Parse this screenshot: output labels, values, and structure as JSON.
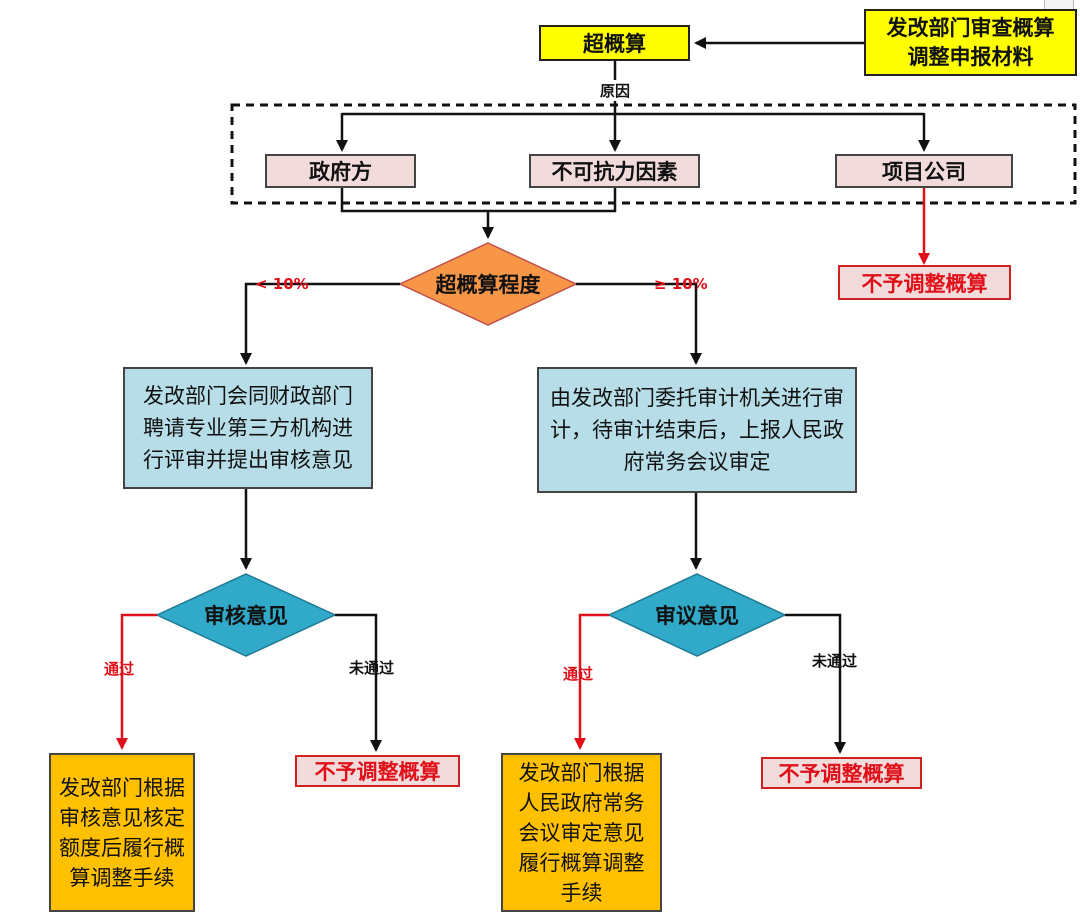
{
  "nodes": {
    "over_budget": "超概算",
    "ndrc_materials": "发改部门审查概算调整申报材料",
    "government": "政府方",
    "force_majeure": "不可抗力因素",
    "project_company": "项目公司",
    "no_adjust_top": "不予调整概算",
    "degree": "超概算程度",
    "left_process": "发改部门会同财政部门聘请专业第三方机构进行评审并提出审核意见",
    "right_process": "由发改部门委托审计机关进行审计，待审计结束后，上报人民政府常务会议审定",
    "review_opinion": "审核意见",
    "deliberation_opinion": "审议意见",
    "left_approved_action": "发改部门根据审核意见核定额度后履行概算调整手续",
    "left_rejected": "不予调整概算",
    "right_approved_action": "发改部门根据人民政府常务会议审定意见履行概算调整手续",
    "right_rejected": "不予调整概算"
  },
  "edge_labels": {
    "reason": "原因",
    "less_10": "< 10%",
    "ge_10": "≥ 10%",
    "left_pass": "通过",
    "left_fail": "未通过",
    "right_pass": "通过",
    "right_fail": "未通过"
  },
  "colors": {
    "highlight_yellow": "#ffff00",
    "category_pink": "#f2dcdb",
    "decision_orange": "#f79646",
    "process_blue": "#b7dee8",
    "decision_teal": "#31a9c9",
    "action_gold": "#ffc000",
    "reject_red": "#e0101a",
    "line_black": "#111111"
  }
}
